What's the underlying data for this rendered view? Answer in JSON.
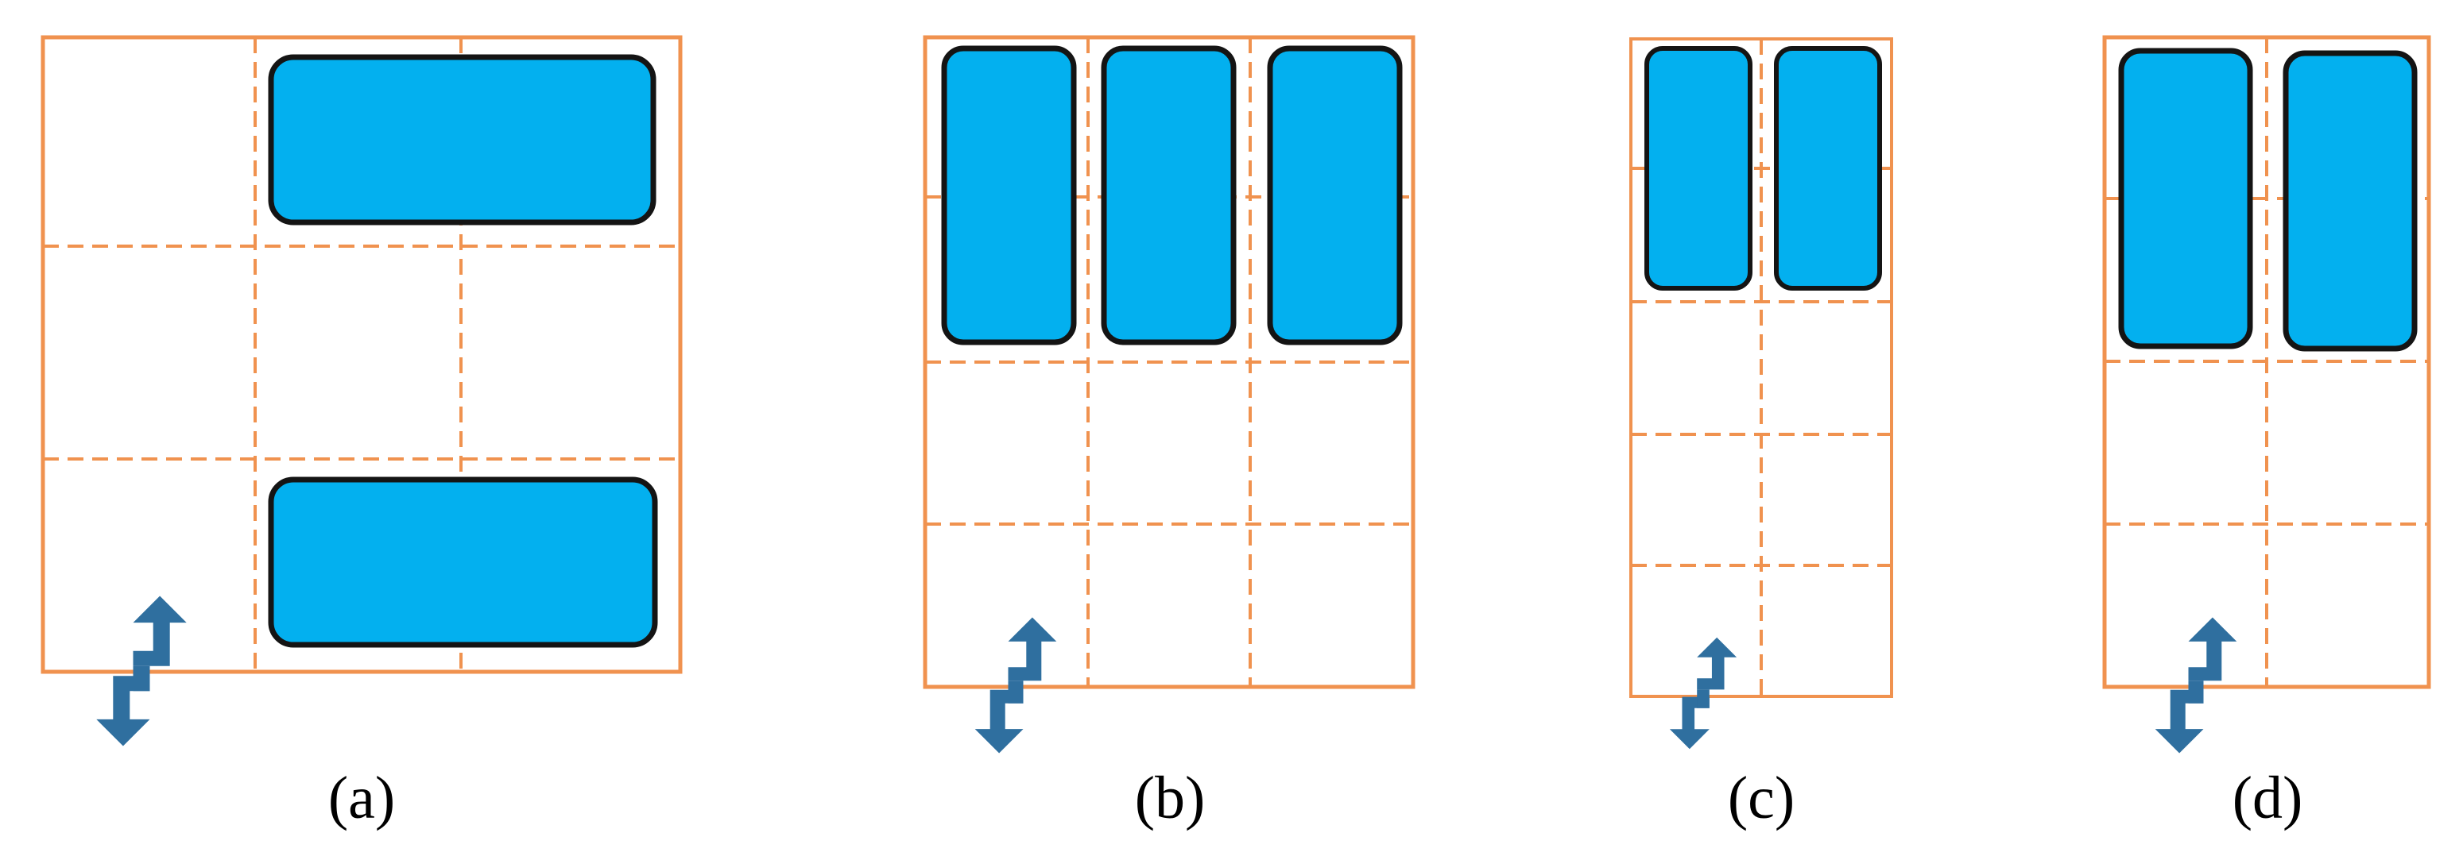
{
  "figure": {
    "panels": [
      {
        "label": "(a)",
        "grid_columns": 3,
        "grid_rows": 3,
        "items": 2,
        "item_orientation": "horizontal"
      },
      {
        "label": "(b)",
        "grid_columns": 3,
        "grid_rows": 4,
        "items": 3,
        "item_orientation": "vertical"
      },
      {
        "label": "(c)",
        "grid_columns": 2,
        "grid_rows": 5,
        "items": 2,
        "item_orientation": "vertical"
      },
      {
        "label": "(d)",
        "grid_columns": 2,
        "grid_rows": 4,
        "items": 2,
        "item_orientation": "vertical"
      }
    ],
    "colors": {
      "grid_line": "#f0924f",
      "item_fill": "#03b0ef",
      "item_stroke": "#141414",
      "rotate_icon": "#2f6f9f"
    },
    "icon": "rotate-arrows-icon"
  }
}
